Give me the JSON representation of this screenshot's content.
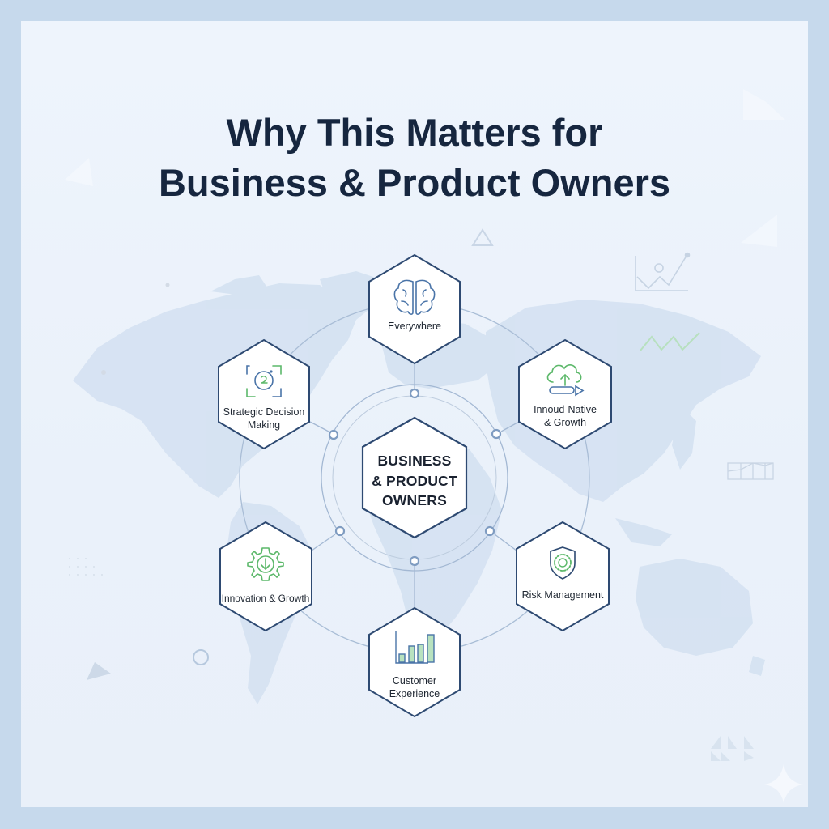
{
  "title": {
    "line1": "Why This Matters for",
    "line2": "Business & Product Owners"
  },
  "center": {
    "line1": "BUSINESS",
    "line2": "& PRODUCT",
    "line3": "OWNERS"
  },
  "nodes": [
    {
      "id": "top",
      "icon": "brain-icon",
      "lines": [
        "Everywhere"
      ]
    },
    {
      "id": "upper-left",
      "icon": "target-focus-icon",
      "lines": [
        "Strategic Decision",
        "Making"
      ]
    },
    {
      "id": "upper-right",
      "icon": "cloud-upload-icon",
      "lines": [
        "Innoud-Native",
        "& Growth"
      ]
    },
    {
      "id": "lower-left",
      "icon": "gear-download-icon",
      "lines": [
        "Innovation & Growth"
      ]
    },
    {
      "id": "lower-right",
      "icon": "shield-icon",
      "lines": [
        "Risk Management"
      ]
    },
    {
      "id": "bottom",
      "icon": "bar-chart-icon",
      "lines": [
        "Customer",
        "Experience"
      ]
    }
  ],
  "colors": {
    "frame": "#c6d9ec",
    "background": "#ecf2fb",
    "title": "#16263f",
    "hex_stroke": "#2e4a72",
    "icon_blue": "#4a74a8",
    "icon_green": "#5cb86a",
    "ring": "#9fb6d2",
    "map": "#d2e0f0"
  }
}
